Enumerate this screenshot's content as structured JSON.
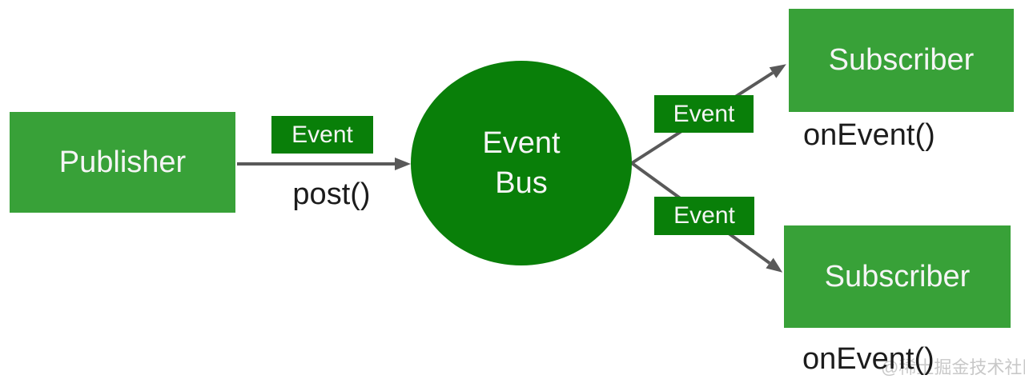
{
  "diagram": {
    "publisher": {
      "label": "Publisher",
      "method": "post()"
    },
    "event_label_left": "Event",
    "event_label_top": "Event",
    "event_label_bottom": "Event",
    "event_bus": {
      "line1": "Event",
      "line2": "Bus"
    },
    "subscriber_top": {
      "label": "Subscriber",
      "method": "onEvent()"
    },
    "subscriber_bottom": {
      "label": "Subscriber",
      "method": "onEvent()"
    },
    "watermark": "@稀土掘金技术社区",
    "colors": {
      "node_green": "#38A138",
      "dark_green": "#097F09",
      "arrow_gray": "#595959",
      "label_text": "#F5F5F5",
      "method_text": "#1C1C1C",
      "watermark_gray": "#C8C8C8",
      "background": "#FFFFFF"
    }
  }
}
